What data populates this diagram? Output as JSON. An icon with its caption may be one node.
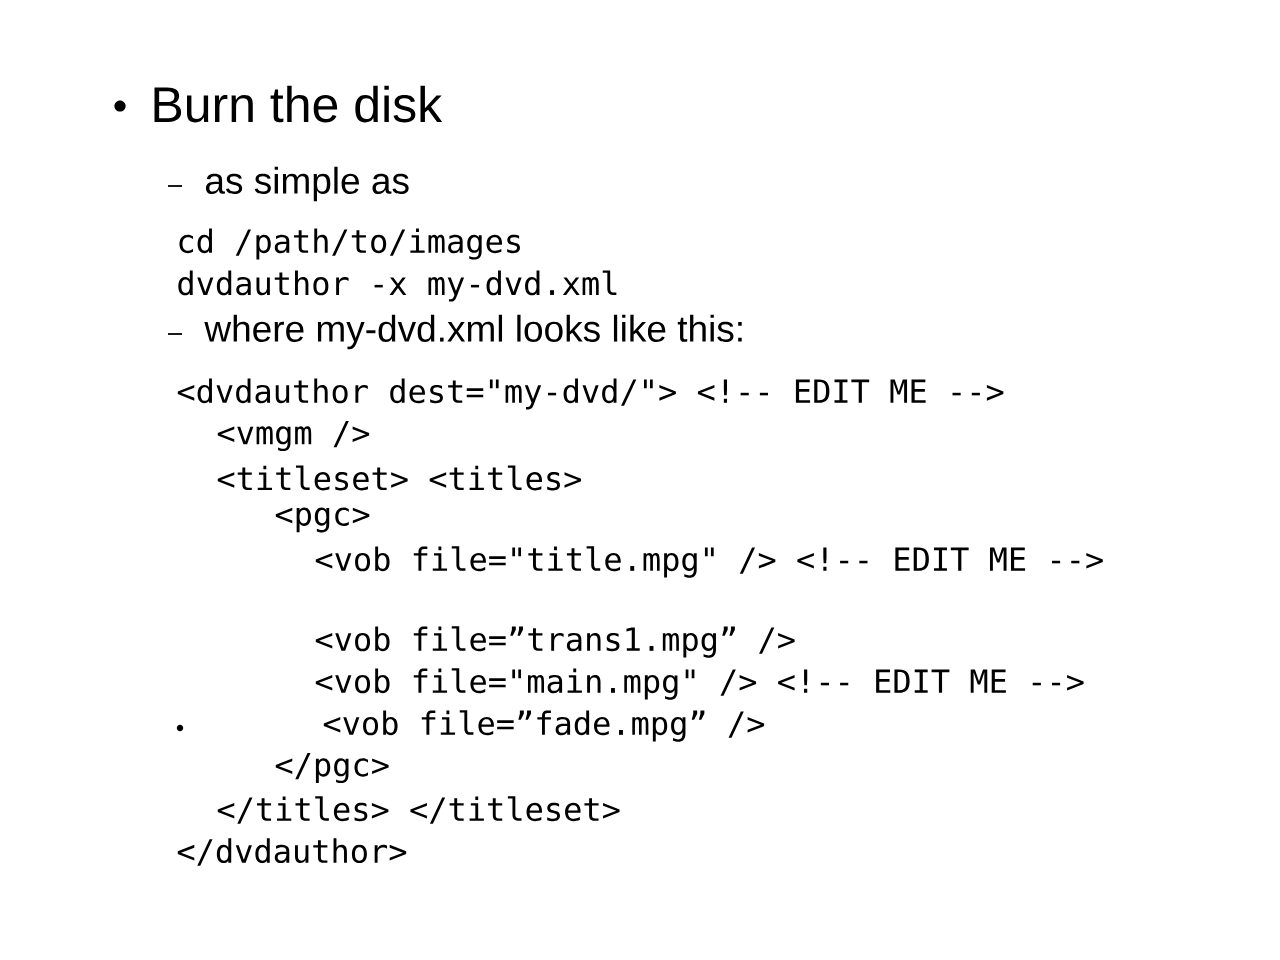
{
  "diagram": {
    "labels": [
      "Burn the disk",
      "as simple as",
      "cd /path/to/images",
      "dvdauthor -x my-dvd.xml",
      "where my-dvd.xml looks like this:",
      "<dvdauthor dest=\"my-dvd/\">   <!-- EDIT ME -->",
      "<vmgm />",
      "<titleset> <titles>",
      "<pgc>",
      "<vob file=\"title.mpg\" />     <!-- EDIT ME -->",
      "<vob file=”trans1.mpg” />",
      "<vob file=\"main.mpg\" />   <!-- EDIT ME -->",
      "<vob file=”fade.mpg” />",
      "</pgc>",
      "</titles> </titleset>",
      "</dvdauthor>"
    ]
  }
}
